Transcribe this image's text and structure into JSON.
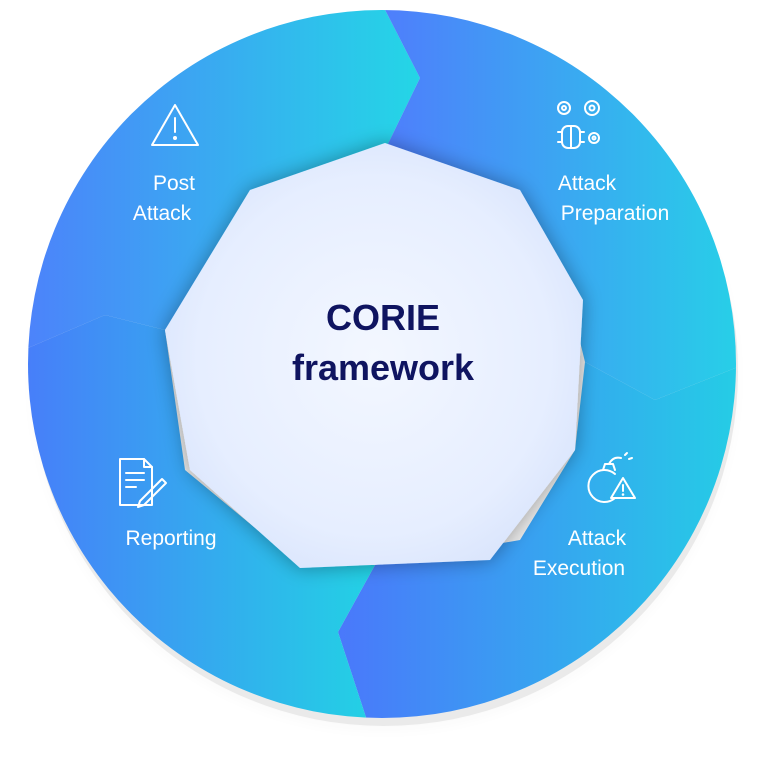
{
  "center": {
    "line1": "CORIE",
    "line2": "framework",
    "text_color": "#0f1460"
  },
  "segments": [
    {
      "id": "post-attack",
      "line1": "Post",
      "line2": "Attack",
      "icon": "warning-triangle-icon"
    },
    {
      "id": "attack-preparation",
      "line1": "Attack",
      "line2": "Preparation",
      "icon": "gears-bug-icon"
    },
    {
      "id": "attack-execution",
      "line1": "Attack",
      "line2": "Execution",
      "icon": "bomb-warning-icon"
    },
    {
      "id": "reporting",
      "line1": "Reporting",
      "line2": "",
      "icon": "document-pen-icon"
    }
  ],
  "colors": {
    "gradient_start": "#4f7dfc",
    "gradient_end": "#24d6e6",
    "center_fill": "#e9f0ff"
  }
}
